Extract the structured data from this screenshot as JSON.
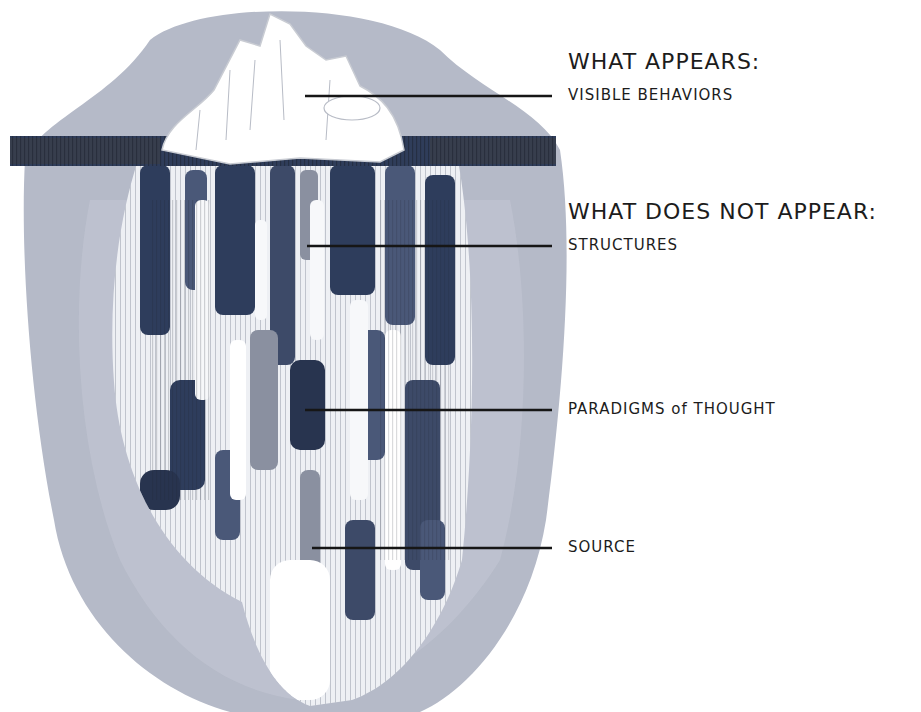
{
  "diagram": {
    "labels": [
      "WHAT APPEARS:",
      "VISIBLE BEHAVIORS",
      "WHAT DOES NOT APPEAR:",
      "STRUCTURES",
      "PARADIGMS of THOUGHT",
      "SOURCE"
    ]
  }
}
